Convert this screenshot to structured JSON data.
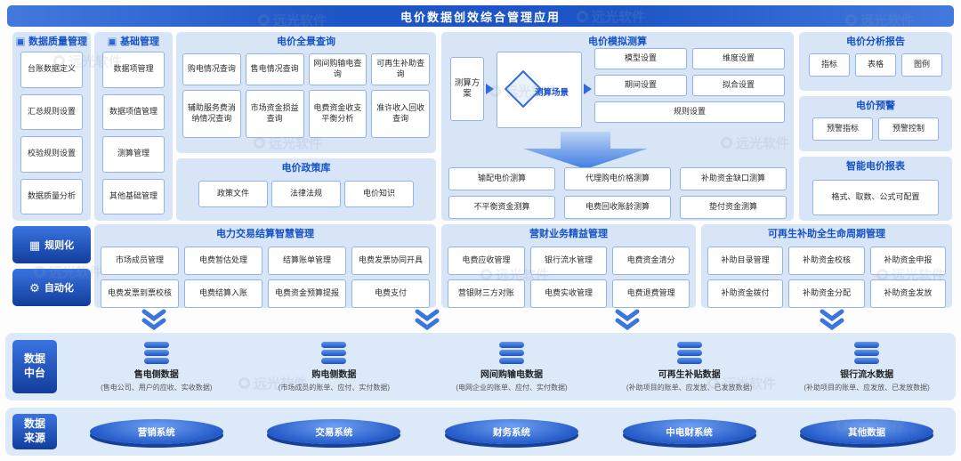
{
  "banner": {
    "title": "电价数据创效综合管理应用"
  },
  "watermark": {
    "text": "远光软件"
  },
  "icons": {
    "rule": "▦",
    "gear": "⚙"
  },
  "data_quality": {
    "title": "数据质量管理",
    "items": [
      "台账数据定义",
      "汇总规则设置",
      "校验规则设置",
      "数据质量分析"
    ]
  },
  "basic": {
    "title": "基础管理",
    "items": [
      "数据项管理",
      "数据项值管理",
      "测算管理",
      "其他基础管理"
    ]
  },
  "panorama": {
    "title": "电价全景查询",
    "row1": [
      "购电情况查询",
      "售电情况查询",
      "网间购输电查询",
      "可再生补助查询"
    ],
    "row2": [
      "辅助服务费消纳情况查询",
      "市场资金损益查询",
      "电费资金收支平衡分析",
      "准许收入回收查询"
    ]
  },
  "policy": {
    "title": "电价政策库",
    "items": [
      "政策文件",
      "法律法规",
      "电价知识"
    ]
  },
  "simulation": {
    "title": "电价模拟测算",
    "plan": "测算方案",
    "scene": "测算场景",
    "settings": [
      "模型设置",
      "维度设置",
      "期间设置",
      "拟合设置",
      "规则设置"
    ],
    "outputs1": [
      "输配电价测算",
      "代理购电价格测算",
      "补助资金缺口测算"
    ],
    "outputs2": [
      "不平衡资金测算",
      "电费回收账龄测算",
      "垫付资金测算"
    ]
  },
  "report": {
    "title": "电价分析报告",
    "items": [
      "指标",
      "表格",
      "图例"
    ]
  },
  "warning": {
    "title": "电价预警",
    "items": [
      "预警指标",
      "预警控制"
    ]
  },
  "smart": {
    "title": "智能电价报表",
    "items": [
      "格式、取数、公式可配置"
    ]
  },
  "modes": {
    "items": [
      "规则化",
      "自动化"
    ]
  },
  "trade": {
    "title": "电力交易结算智慧管理",
    "row1": [
      "市场成员管理",
      "电费暂估处理",
      "结算账单管理",
      "电费发票协同开具"
    ],
    "row2": [
      "电费发票到票校核",
      "电费结算入账",
      "电费资金预算提报",
      "电费支付"
    ]
  },
  "finance": {
    "title": "营财业务精益管理",
    "row1": [
      "电费应收管理",
      "银行流水管理",
      "电费资金清分"
    ],
    "row2": [
      "营银财三方对账",
      "电费实收管理",
      "电费退费管理"
    ]
  },
  "subsidy": {
    "title": "可再生补助全生命周期管理",
    "row1": [
      "补助目录管理",
      "补助资金校核",
      "补助资金申报"
    ],
    "row2": [
      "补助资金拨付",
      "补助资金分配",
      "补助资金发放"
    ]
  },
  "platform": {
    "label": "数据中台",
    "items": [
      {
        "name": "售电侧数据",
        "desc": "(售电公司、用户的应收、实收数据)"
      },
      {
        "name": "购电侧数据",
        "desc": "(市场成员的账单、应付、实付数据)"
      },
      {
        "name": "网间购输电数据",
        "desc": "(电网企业的账单、应付、实付数据)"
      },
      {
        "name": "可再生补贴数据",
        "desc": "(补助项目的账单、应发放、已发放数据)"
      },
      {
        "name": "银行流水数据",
        "desc": "(补助项目的账单、应发放、已发放数据)"
      }
    ]
  },
  "sources": {
    "label": "数据来源",
    "items": [
      "营销系统",
      "交易系统",
      "财务系统",
      "中电财系统",
      "其他数据"
    ]
  }
}
